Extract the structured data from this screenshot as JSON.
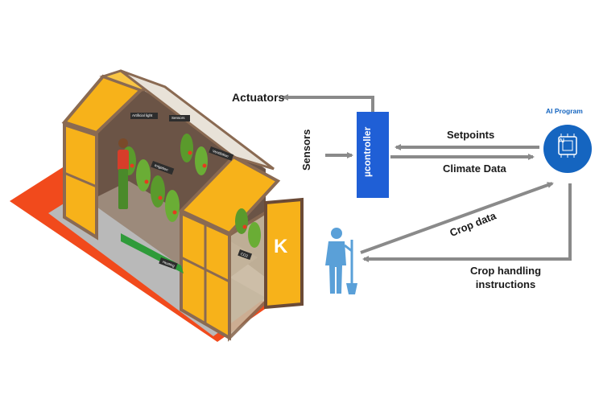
{
  "diagram": {
    "labels": {
      "actuators": "Actuators",
      "sensors": "Sensors",
      "controller": "µcontroller",
      "setpoints": "Setpoints",
      "climate_data": "Climate Data",
      "crop_data": "Crop data",
      "crop_handling": "Crop handling instructions",
      "ai_program": "AI Program"
    },
    "greenhouse_tags": {
      "artificial_light": "Artificial light",
      "sensors": "Sensors",
      "irrigation": "Irrigation",
      "ventilation": "Ventilation",
      "heating": "Heating",
      "co2": "CO2"
    },
    "chip_text": "AI",
    "door_logo": "K",
    "colors": {
      "controller_blue": "#1f5fd6",
      "ai_blue": "#1565c0",
      "arrow_gray": "#8a8a8a",
      "greenhouse_orange": "#f7b21a",
      "floor_red": "#f14a1c",
      "frame_brown": "#8a6a52",
      "worker_blue": "#5aa0d8"
    }
  }
}
